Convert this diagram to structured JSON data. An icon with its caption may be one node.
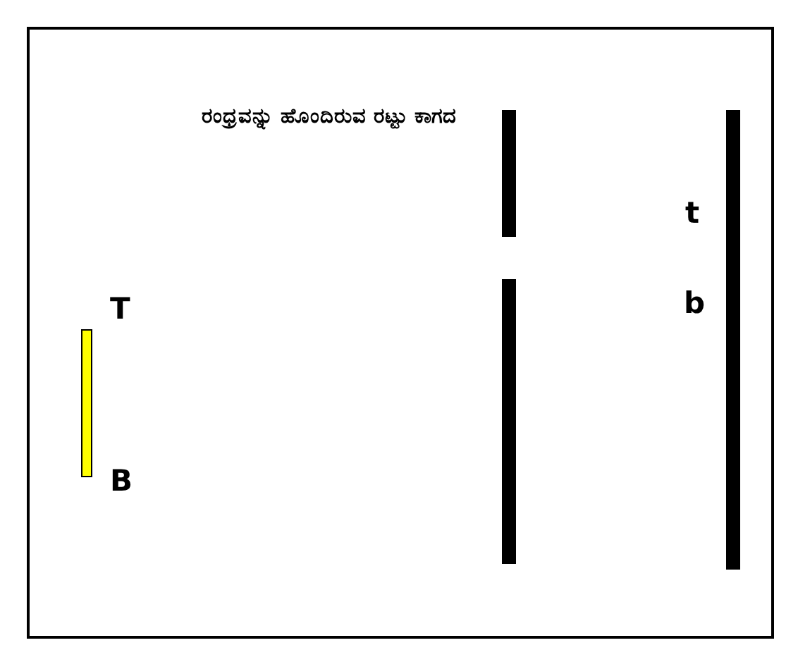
{
  "diagram": {
    "labels": [
      "ರಂಧ್ರವನ್ನು ಹೊಂದಿರುವ ರಟ್ಟು ಕಾಗದ",
      "T",
      "B",
      "t",
      "b"
    ]
  }
}
